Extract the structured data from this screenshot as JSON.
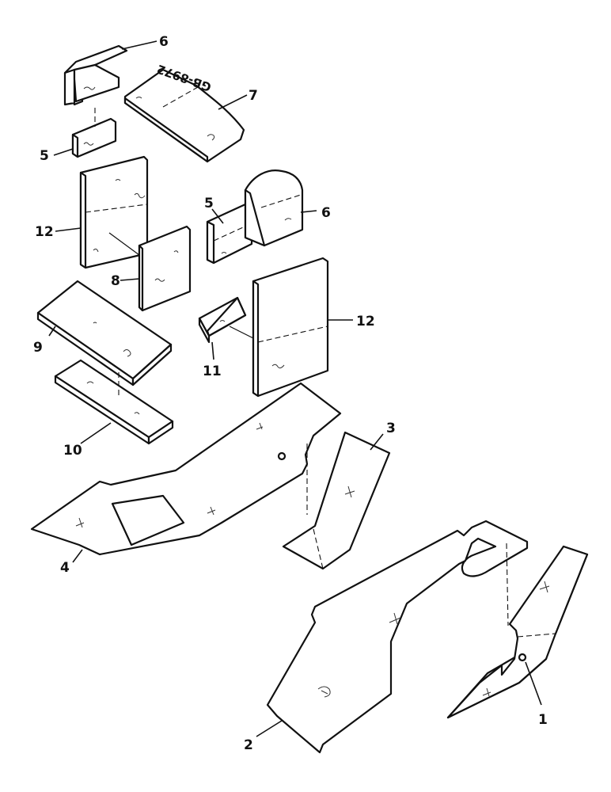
{
  "drawing": {
    "code": "GB-8972",
    "callouts": {
      "c1": "1",
      "c2": "2",
      "c3": "3",
      "c4": "4",
      "c5a": "5",
      "c5b": "5",
      "c6a": "6",
      "c6b": "6",
      "c7": "7",
      "c8": "8",
      "c9": "9",
      "c10": "10",
      "c11": "11",
      "c12a": "12",
      "c12b": "12"
    }
  }
}
